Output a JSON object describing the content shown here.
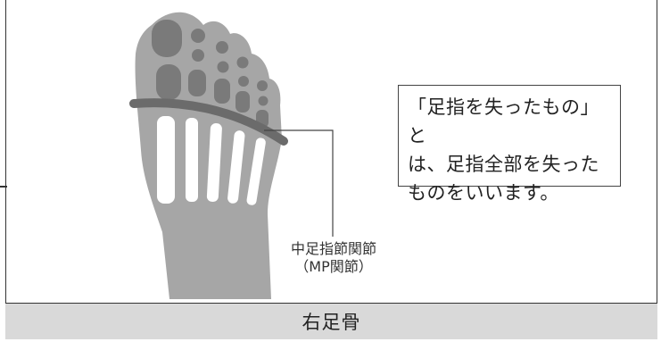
{
  "diagram": {
    "joint_label_line1": "中足指節関節",
    "joint_label_line2": "（MP関節）",
    "note_text": "「足指を失ったもの」と\nは、足指全部を失った\nものをいいます。",
    "caption": "右足骨",
    "colors": {
      "foot": "#a6a6a6",
      "bone_phalanx": "#7a7a7a",
      "bone_light": "#ffffff",
      "joint_band": "#6b6b6b",
      "caption_bg": "#d9d9d9"
    }
  }
}
